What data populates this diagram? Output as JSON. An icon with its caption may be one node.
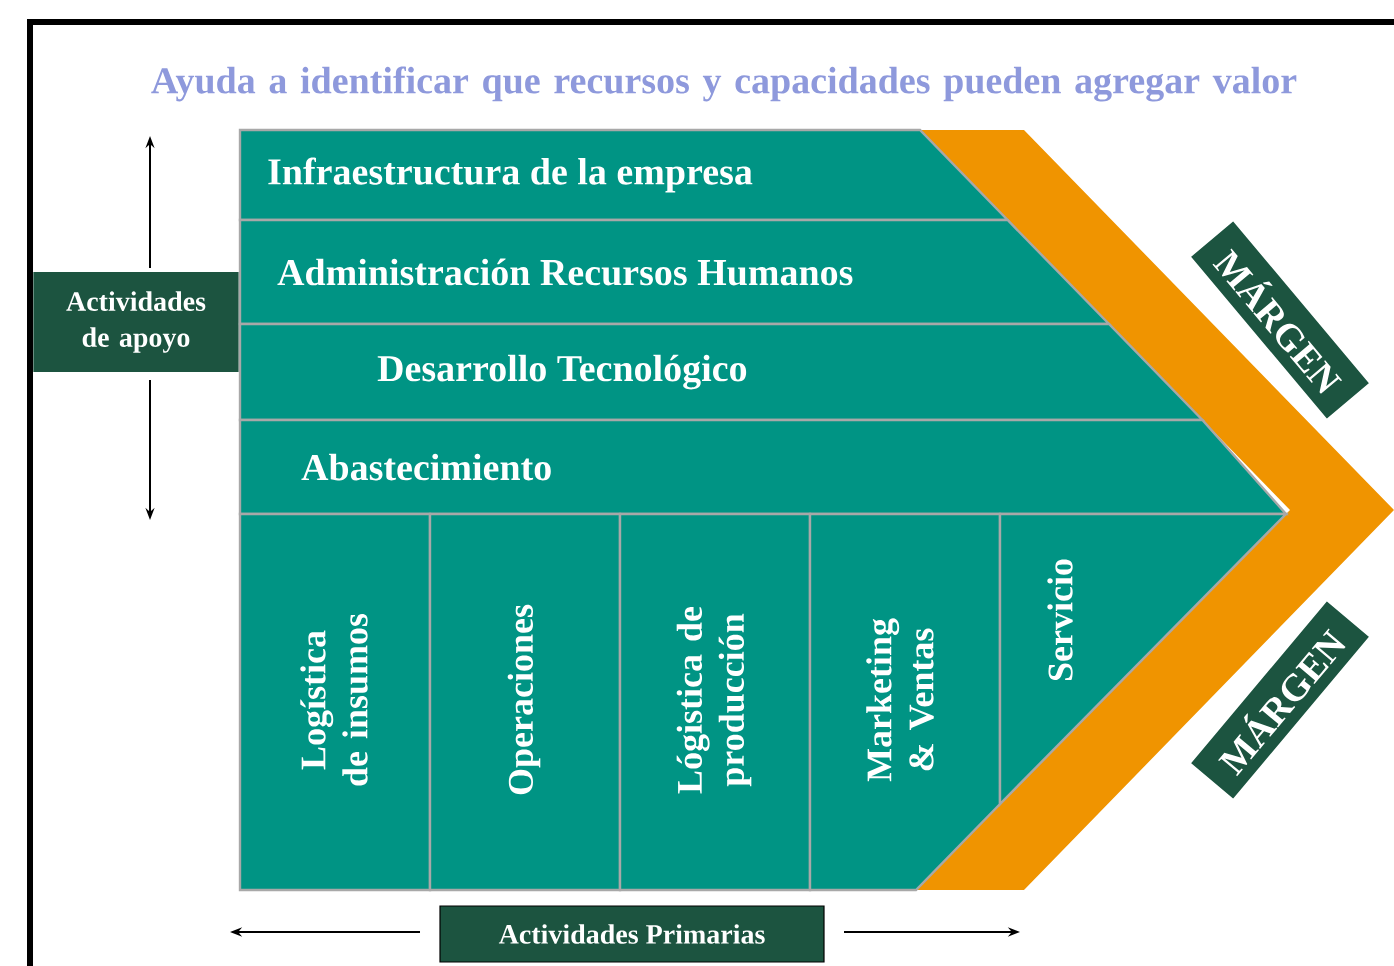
{
  "diagram": {
    "title": "Ayuda a identificar que recursos y capacidades pueden agregar valor",
    "nodes": [
      {
        "text": [
          "Actividades de apoyo"
        ]
      },
      {
        "text": [
          "Infraestructura de la empresa"
        ]
      },
      {
        "text": [
          "Administración Recursos Humanos"
        ]
      },
      {
        "text": [
          "Desarrollo Tecnológico"
        ]
      },
      {
        "text": [
          "Abastecimiento"
        ]
      },
      {
        "text": [
          "Logística de insumos"
        ]
      },
      {
        "text": [
          "Operaciones"
        ]
      },
      {
        "text": [
          "Lógistica de producción"
        ]
      },
      {
        "text": [
          "Marketing & Ventas"
        ]
      },
      {
        "text": [
          "Servicio"
        ]
      },
      {
        "text": [
          "MÁRGEN"
        ]
      },
      {
        "text": [
          "MÁRGEN"
        ]
      },
      {
        "text": [
          "Actividades Primarias"
        ]
      }
    ]
  }
}
